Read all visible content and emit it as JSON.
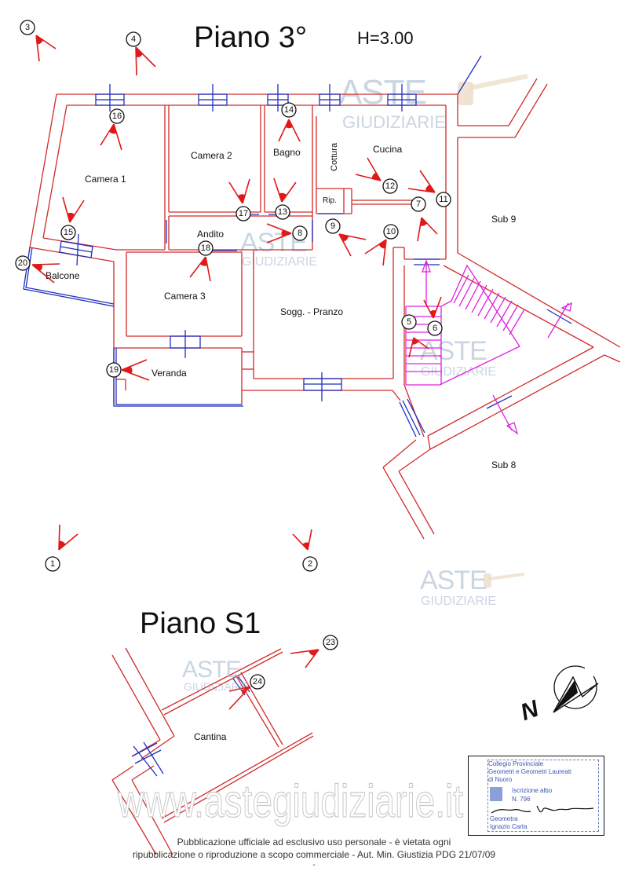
{
  "titles": {
    "floor3": "Piano  3°",
    "height": "H=3.00",
    "basement": "Piano  S1"
  },
  "rooms": {
    "camera1": "Camera 1",
    "camera2": "Camera 2",
    "bagno": "Bagno",
    "cottura": "Cottura",
    "cucina": "Cucina",
    "rip": "Rip.",
    "andito": "Andito",
    "balcone": "Balcone",
    "camera3": "Camera 3",
    "soggiorno": "Sogg. - Pranzo",
    "veranda": "Veranda",
    "sub9": "Sub 9",
    "sub8": "Sub 8",
    "cantina": "Cantina"
  },
  "viewpoints": [
    "1",
    "2",
    "3",
    "4",
    "5",
    "6",
    "7",
    "8",
    "9",
    "10",
    "11",
    "12",
    "13",
    "14",
    "15",
    "16",
    "17",
    "18",
    "19",
    "20",
    "23",
    "24"
  ],
  "north_label": "N",
  "watermark": {
    "aste": "ASTE",
    "giudiziarie": "GIUDIZIARIE",
    "url": "www.astegiudiziarie.it"
  },
  "stamp": {
    "line1": "Collegio Provinciale",
    "line2": "Geometri e Geometri Laureati",
    "line3": "di Nuoro",
    "iscrizione": "Iscrizione albo",
    "numero": "N. 796",
    "role": "Geometra",
    "name": "Ignazio Carta"
  },
  "footer": {
    "line1": "Pubblicazione ufficiale ad esclusivo uso personale - è vietata ogni",
    "line2": "ripubblicazione o riproduzione a scopo commerciale - Aut. Min. Giustizia PDG 21/07/09",
    "line3": "-"
  },
  "colors": {
    "wall": "#d22a2a",
    "window": "#1f2fbf",
    "stair": "#e020e0",
    "viewpoint": "#e01818"
  }
}
